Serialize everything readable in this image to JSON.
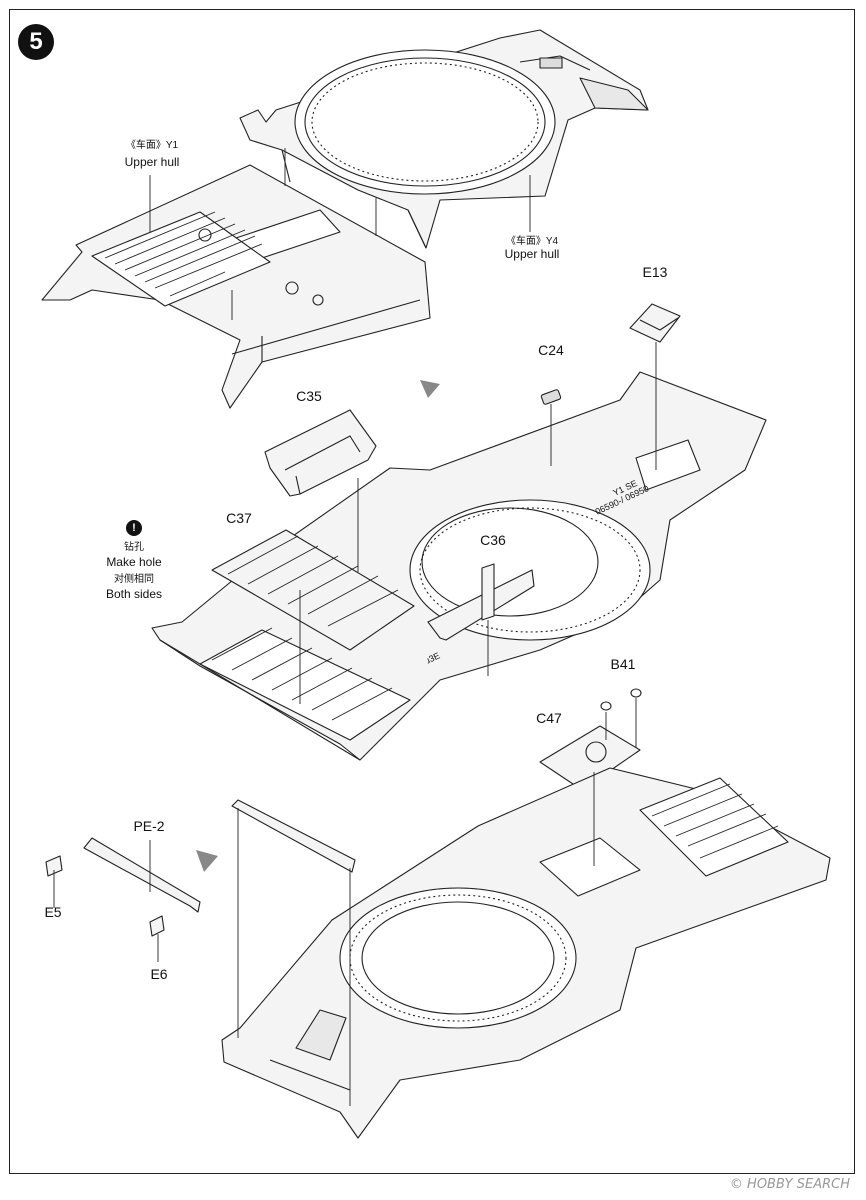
{
  "step": {
    "number": "5"
  },
  "labels": {
    "y1": {
      "cn": "《车面》Y1",
      "en": "Upper hull"
    },
    "y4": {
      "cn": "《车面》Y4",
      "en": "Upper hull"
    },
    "e13": "E13",
    "c24": "C24",
    "c35": "C35",
    "c37": "C37",
    "c36": "C36",
    "b41": "B41",
    "c47": "C47",
    "pe2": "PE-2",
    "e5": "E5",
    "e6": "E6",
    "make_hole": {
      "icon_text": "!",
      "cn_1": "钻孔",
      "en_1": "Make hole",
      "cn_2": "对侧相同",
      "en_2": "Both sides"
    }
  },
  "watermark": "© HOBBY SEARCH",
  "hull_markings": [
    "ɹ3E",
    "Y1 SE",
    "06590-/ 06950"
  ]
}
